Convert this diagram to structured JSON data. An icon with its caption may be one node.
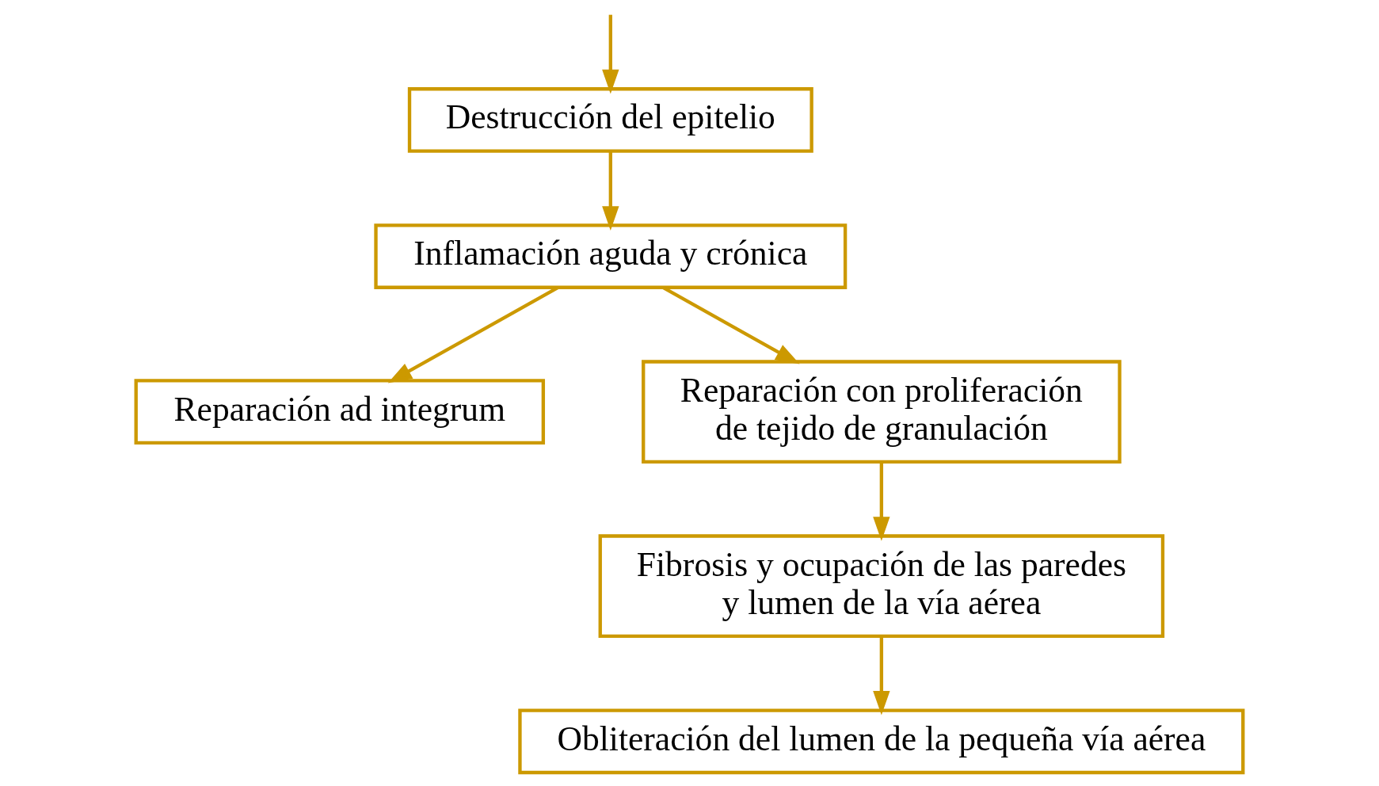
{
  "diagram": {
    "nodes": [
      {
        "text": [
          "Destrucción del epitelio"
        ]
      },
      {
        "text": [
          "Inflamación aguda y crónica"
        ]
      },
      {
        "text": [
          "Reparación ad integrum"
        ]
      },
      {
        "text": [
          "Reparación con proliferación de tejido de granulación"
        ]
      },
      {
        "text": [
          "Fibrosis y ocupación de las paredes y lumen de la vía aérea"
        ]
      },
      {
        "text": [
          "Obliteración del lumen de la pequeña vía aérea"
        ]
      }
    ],
    "edges": [
      {
        "from": null,
        "to": 0,
        "arrow": "to"
      },
      {
        "from": 0,
        "to": 1,
        "arrow": "to"
      },
      {
        "from": 1,
        "to": 2,
        "arrow": "to"
      },
      {
        "from": 1,
        "to": 3,
        "arrow": "to"
      },
      {
        "from": 3,
        "to": 4,
        "arrow": "to"
      },
      {
        "from": 4,
        "to": 5,
        "arrow": "to"
      }
    ]
  }
}
